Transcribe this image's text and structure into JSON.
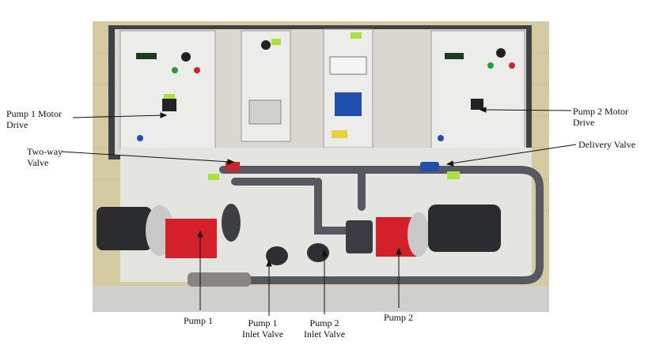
{
  "labels": {
    "pump1_motor_drive": "Pump 1 Motor\nDrive",
    "two_way_valve": "Two-way\nValve",
    "pump2_motor_drive": "Pump 2 Motor\nDrive",
    "delivery_valve": "Delivery  Valve",
    "pump1": "Pump 1",
    "pump1_inlet_valve": "Pump 1\nInlet Valve",
    "pump2_inlet_valve": "Pump 2\nInlet Valve",
    "pump2": "Pump 2"
  },
  "colors": {
    "wall": "#d9cfa6",
    "panel": "#e9e9e6",
    "frame": "#4a4c52",
    "pipe": "#55585e",
    "motor": "#2b2d31",
    "pump_red": "#d4202a",
    "valve_blue": "#1f4fb0",
    "tag_green": "#a8e23a",
    "bench": "#d6d6d3"
  }
}
